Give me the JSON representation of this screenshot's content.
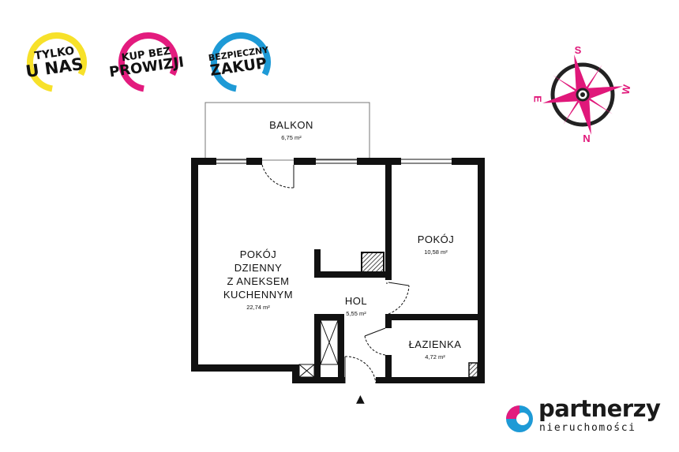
{
  "badges": [
    {
      "line1": "TYLKO",
      "line2": "U NAS",
      "ring_color": "#f7e12a"
    },
    {
      "line1": "KUP BEZ",
      "line2": "PROWIZJI",
      "ring_color": "#e31b7e"
    },
    {
      "line1": "BEZPIECZNY",
      "line2": "ZAKUP",
      "ring_color": "#1e9ad6"
    }
  ],
  "rooms": {
    "balcony": {
      "name": "BALKON",
      "area": "6,75 m²"
    },
    "living": {
      "name": "POKÓJ\nDZIENNY\nZ ANEKSEM\nKUCHENNYM",
      "area": "22,74 m²"
    },
    "bedroom": {
      "name": "POKÓJ",
      "area": "10,58 m²"
    },
    "hall": {
      "name": "HOL",
      "area": "5,55 m²"
    },
    "bathroom": {
      "name": "ŁAZIENKA",
      "area": "4,72 m²"
    }
  },
  "compass": {
    "n": "N",
    "s": "S",
    "e": "E",
    "w": "W",
    "color": "#e0187a"
  },
  "entrance_marker": "▲",
  "logo": {
    "main": "partnerzy",
    "sub": "nieruchomości"
  }
}
